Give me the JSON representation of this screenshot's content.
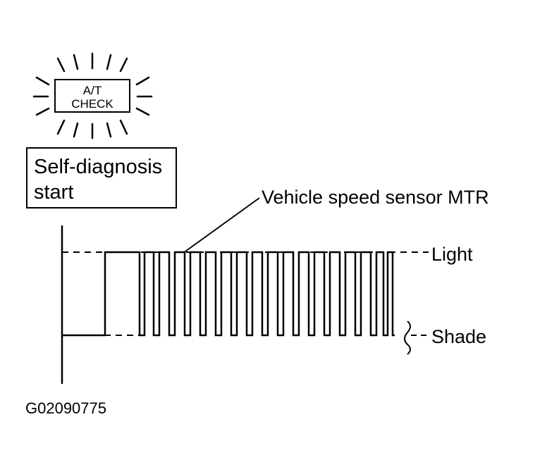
{
  "lamp": {
    "line1": "A/T",
    "line2": "CHECK"
  },
  "callout_box": {
    "line1": "Self-diagnosis",
    "line2": "start"
  },
  "labels": {
    "sensor": "Vehicle speed sensor MTR",
    "light": "Light",
    "shade": "Shade",
    "figure_id": "G02090775"
  },
  "signal": {
    "levels": [
      "Shade",
      "Light"
    ],
    "pulse_count": 15,
    "colors": {
      "stroke": "#000000",
      "background": "#ffffff"
    }
  }
}
